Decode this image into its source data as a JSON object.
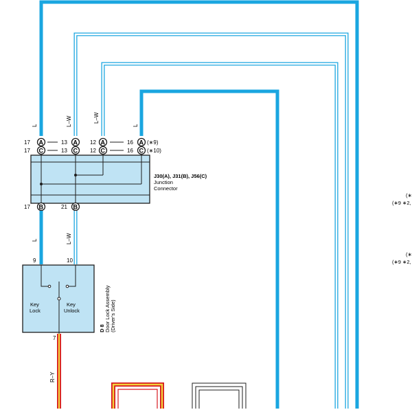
{
  "colors": {
    "wire_blue": "#1aa6e0",
    "wire_red": "#d71920",
    "wire_yellow": "#f3d23c",
    "connector_fill": "#bfe3f4",
    "stroke_dark": "#1d1d1d"
  },
  "wire_labels": {
    "l_top": "L",
    "lw_top1": "L–W",
    "lw_top2": "L–W",
    "l_top2": "L",
    "l_mid": "L",
    "lw_mid": "L–W",
    "ry": "R–Y"
  },
  "junction": {
    "row_a": {
      "pins": [
        "17",
        "13",
        "12",
        "16"
      ],
      "letter": "A",
      "note": "(∗9)"
    },
    "row_c": {
      "pins": [
        "17",
        "13",
        "12",
        "16"
      ],
      "letter": "C",
      "note": "(∗10)"
    },
    "bottom_pins": [
      {
        "num": "17",
        "letter": "B"
      },
      {
        "num": "21",
        "letter": "B"
      }
    ],
    "id_label": "J30(A), J31(B), J56(C)",
    "name_line1": "Junction",
    "name_line2": "Connector"
  },
  "door_lock": {
    "pin_left": "9",
    "pin_right": "10",
    "pin_bottom": "7",
    "switch_left_1": "Key",
    "switch_left_2": "Lock",
    "switch_right_1": "Key",
    "switch_right_2": "Unlock",
    "id": "D 8",
    "name_line1": "Door Lock Assembly",
    "name_line2": "(Driver’s Side)"
  },
  "right_notes": {
    "note1_line1": "(∗",
    "note1_line2": "(∗9 ∗2,",
    "note2_line1": "(∗",
    "note2_line2": "(∗9 ∗2,"
  }
}
